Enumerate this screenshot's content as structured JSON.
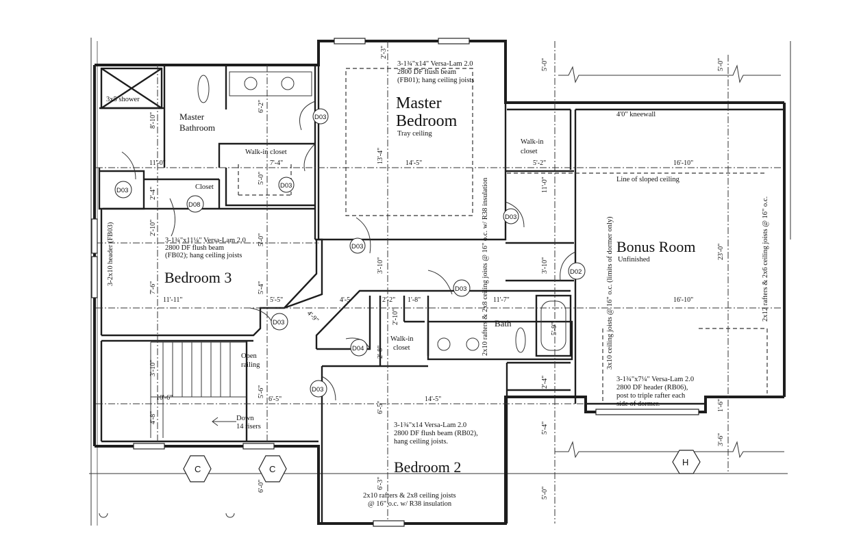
{
  "rooms": {
    "master_bedroom_line1": "Master",
    "master_bedroom_line2": "Bedroom",
    "master_bedroom_note": "Tray ceiling",
    "master_bathroom_line1": "Master",
    "master_bathroom_line2": "Bathroom",
    "bonus_room": "Bonus Room",
    "bonus_room_note": "Unfinished",
    "bedroom3": "Bedroom 3",
    "bedroom2": "Bedroom 2",
    "bath": "Bath",
    "closet": "Closet",
    "walkin_master_line1": "Walk-in closet",
    "walkin_right_line1": "Walk-in",
    "walkin_right_line2": "closet",
    "walkin_lower_line1": "Walk-in",
    "walkin_lower_line2": "closet",
    "shower": "3x5 shower"
  },
  "notes": {
    "beam_fb01_l1": "3-1¾\"x14\" Versa-Lam 2.0",
    "beam_fb01_l2": "2800 DF flush beam",
    "beam_fb01_l3": "(FB01); hang ceiling joists",
    "beam_fb02_l1": "3-1¾\"x11¼\" Versa-Lam 2.0",
    "beam_fb02_l2": "2800 DF flush beam",
    "beam_fb02_l3": "(FB02); hang ceiling joists",
    "beam_rb02_l1": "3-1¾\"x14 Versa-Lam 2.0",
    "beam_rb02_l2": "2800 DF flush beam (RB02),",
    "beam_rb02_l3": "hang ceiling joists.",
    "header_rb06_l1": "3-1¾\"x7¼\" Versa-Lam 2.0",
    "header_rb06_l2": "2800 DF header (RB06),",
    "header_rb06_l3": "post to triple rafter each",
    "header_rb06_l4": "side of dormer.",
    "kneewall": "4'0\" kneewall",
    "sloped_ceiling": "Line of sloped ceiling",
    "rafters_bottom_l1": "2x10 rafters & 2x8 ceiling joists",
    "rafters_bottom_l2": "@ 16\" o.c. w/ R38 insulation",
    "rafters_center": "2x10 rafters & 2x8 ceiling joists @ 16\" o.c. w/ R38 insulation",
    "ceiling_joists_dormer": "3x10 ceiling joists @ 16\" o.c. (limits of dormer only)",
    "rafters_right": "2x12 rafters & 2x6 ceiling joists @ 16\" o.c.",
    "header_fb03": "3-2x10 header (FB03)",
    "open_railing_l1": "Open",
    "open_railing_l2": "railing",
    "down_l1": "Down",
    "down_l2": "14 risers"
  },
  "dims": {
    "d_2_3": "2'-3\"",
    "d_5_0a": "5'-0\"",
    "d_5_0b": "5'-0\"",
    "d_6_2": "6'-2\"",
    "d_8_10": "8'-10\"",
    "d_11_0": "11'-0\"",
    "d_7_4": "7'-4\"",
    "d_14_5": "14'-5\"",
    "d_5_2": "5'-2\"",
    "d_16_10a": "16'-10\"",
    "d_13_4": "13'-4\"",
    "d_5_0c": "5'-0\"",
    "d_11_0b": "11'-0\"",
    "d_2_4": "2'-4\"",
    "d_2_10": "2'-10\"",
    "d_5_0d": "5'-0\"",
    "d_3_10a": "3'-10\"",
    "d_3_10b": "3'-10\"",
    "d_23_0": "23'-0\"",
    "d_7_6": "7'-6\"",
    "d_11_11": "11'-11\"",
    "d_5_4": "5'-4\"",
    "d_5_5": "5'-5\"",
    "d_4_5": "4'-5",
    "d_2_2": "2'-2\"",
    "d_1_8": "1'-8\"",
    "d_11_7": "11'-7\"",
    "d_16_10b": "16'-10\"",
    "d_4_9": "4'-9\"",
    "d_2_10b": "2'-10\"",
    "d_5_9": "5'-9\"",
    "d_2_8": "2'-8\"",
    "d_3_10c": "3'-10\"",
    "d_5_6": "5'-6\"",
    "d_6_5": "6'-5\"",
    "d_14_5b": "14'-5\"",
    "d_2_4b": "2'-4\"",
    "d_1_6": "1'-6\"",
    "d_10_6": "10'-6\"",
    "d_4_8": "4'-8\"",
    "d_6_5b": "6'-5\"",
    "d_5_4b": "5'-4\"",
    "d_3_6": "3'-6\"",
    "d_6_3": "6'-3\"",
    "d_6_0": "6'-0\"",
    "d_5_0e": "5'-0\""
  },
  "doors": {
    "d03": "D03",
    "d02": "D02",
    "d04": "D04",
    "d08": "D08"
  },
  "markers": {
    "c": "C",
    "h": "H"
  }
}
